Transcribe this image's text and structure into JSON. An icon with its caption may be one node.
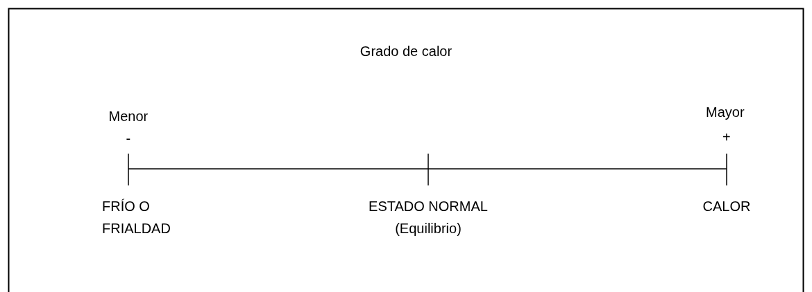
{
  "diagram": {
    "title": "Grado de calor",
    "labels": [
      "Menor",
      "Mayor",
      "-",
      "+",
      "FRÍO O FRIALDAD",
      "ESTADO NORMAL (Equilibrio)",
      "CALOR"
    ]
  }
}
